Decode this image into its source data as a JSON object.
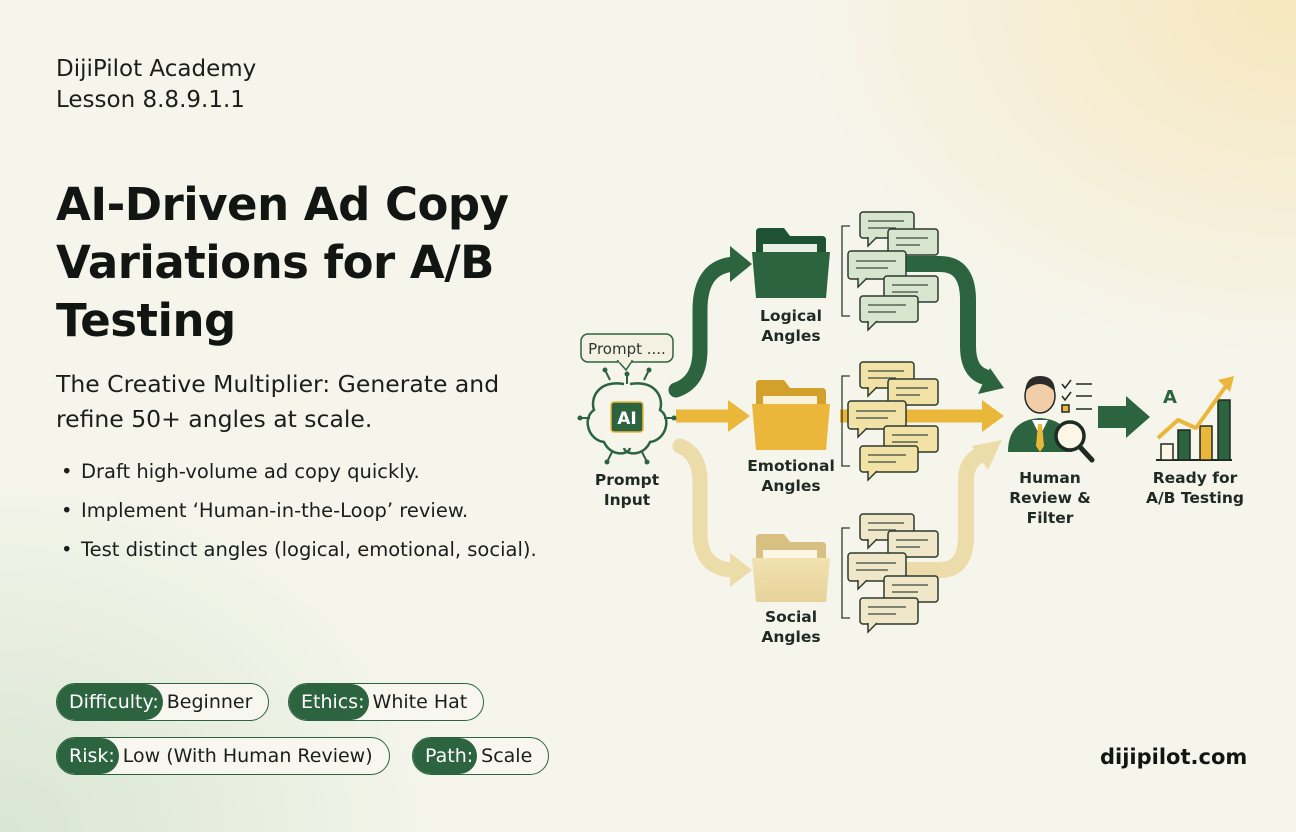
{
  "header": {
    "academy": "DijiPilot Academy",
    "lesson": "Lesson 8.8.9.1.1"
  },
  "title": "AI-Driven Ad Copy Variations for A/B Testing",
  "subtitle": "The Creative Multiplier: Generate and refine 50+ angles at scale.",
  "bullets": [
    "Draft high-volume ad copy quickly.",
    "Implement ‘Human-in-the-Loop’ review.",
    "Test distinct angles (logical, emotional, social)."
  ],
  "tags": [
    {
      "key": "Difficulty:",
      "value": "Beginner"
    },
    {
      "key": "Ethics:",
      "value": "White Hat"
    },
    {
      "key": "Risk:",
      "value": "Low (With Human Review)"
    },
    {
      "key": "Path:",
      "value": "Scale"
    }
  ],
  "diagram": {
    "prompt_bubble": "Prompt ....",
    "ai_chip": "AI",
    "input_label": [
      "Prompt",
      "Input"
    ],
    "logical_label": [
      "Logical",
      "Angles"
    ],
    "emotional_label": [
      "Emotional",
      "Angles"
    ],
    "social_label": [
      "Social",
      "Angles"
    ],
    "review_label": [
      "Human",
      "Review &",
      "Filter"
    ],
    "chart_letter": "A",
    "ready_label": [
      "Ready for",
      "A/B Testing"
    ],
    "colors": {
      "green": "#2d6440",
      "gold": "#ebb73b",
      "cream": "#ecdcaa",
      "card_green": "#d7e5cf",
      "card_yellow": "#f3e2a6",
      "card_cream": "#efe7c8"
    },
    "icons": [
      "brain-icon",
      "folder-icon",
      "message-bubble-icon",
      "reviewer-icon",
      "magnifier-icon",
      "checklist-icon",
      "growth-chart-icon"
    ]
  },
  "site": "dijipilot.com"
}
